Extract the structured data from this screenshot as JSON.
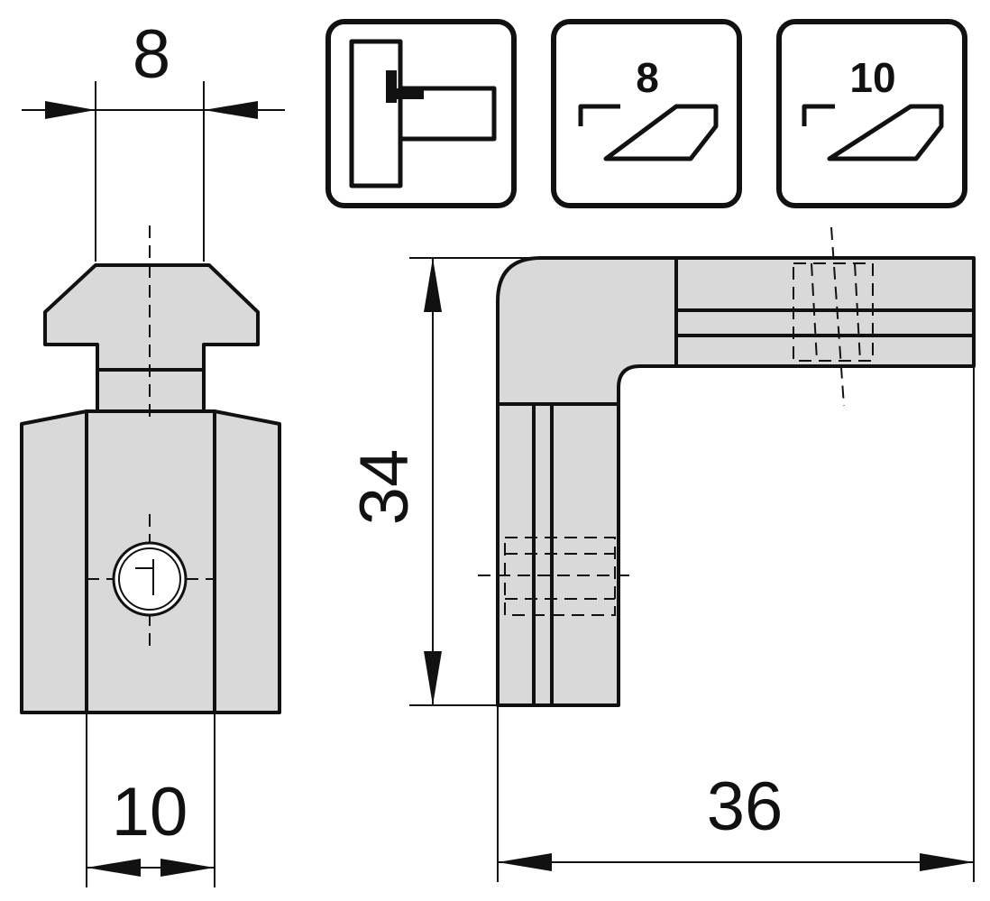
{
  "dimensions": {
    "head_width": "8",
    "body_width": "10",
    "height": "34",
    "length": "36"
  },
  "icons": {
    "slot_8_label": "8",
    "slot_10_label": "10"
  }
}
